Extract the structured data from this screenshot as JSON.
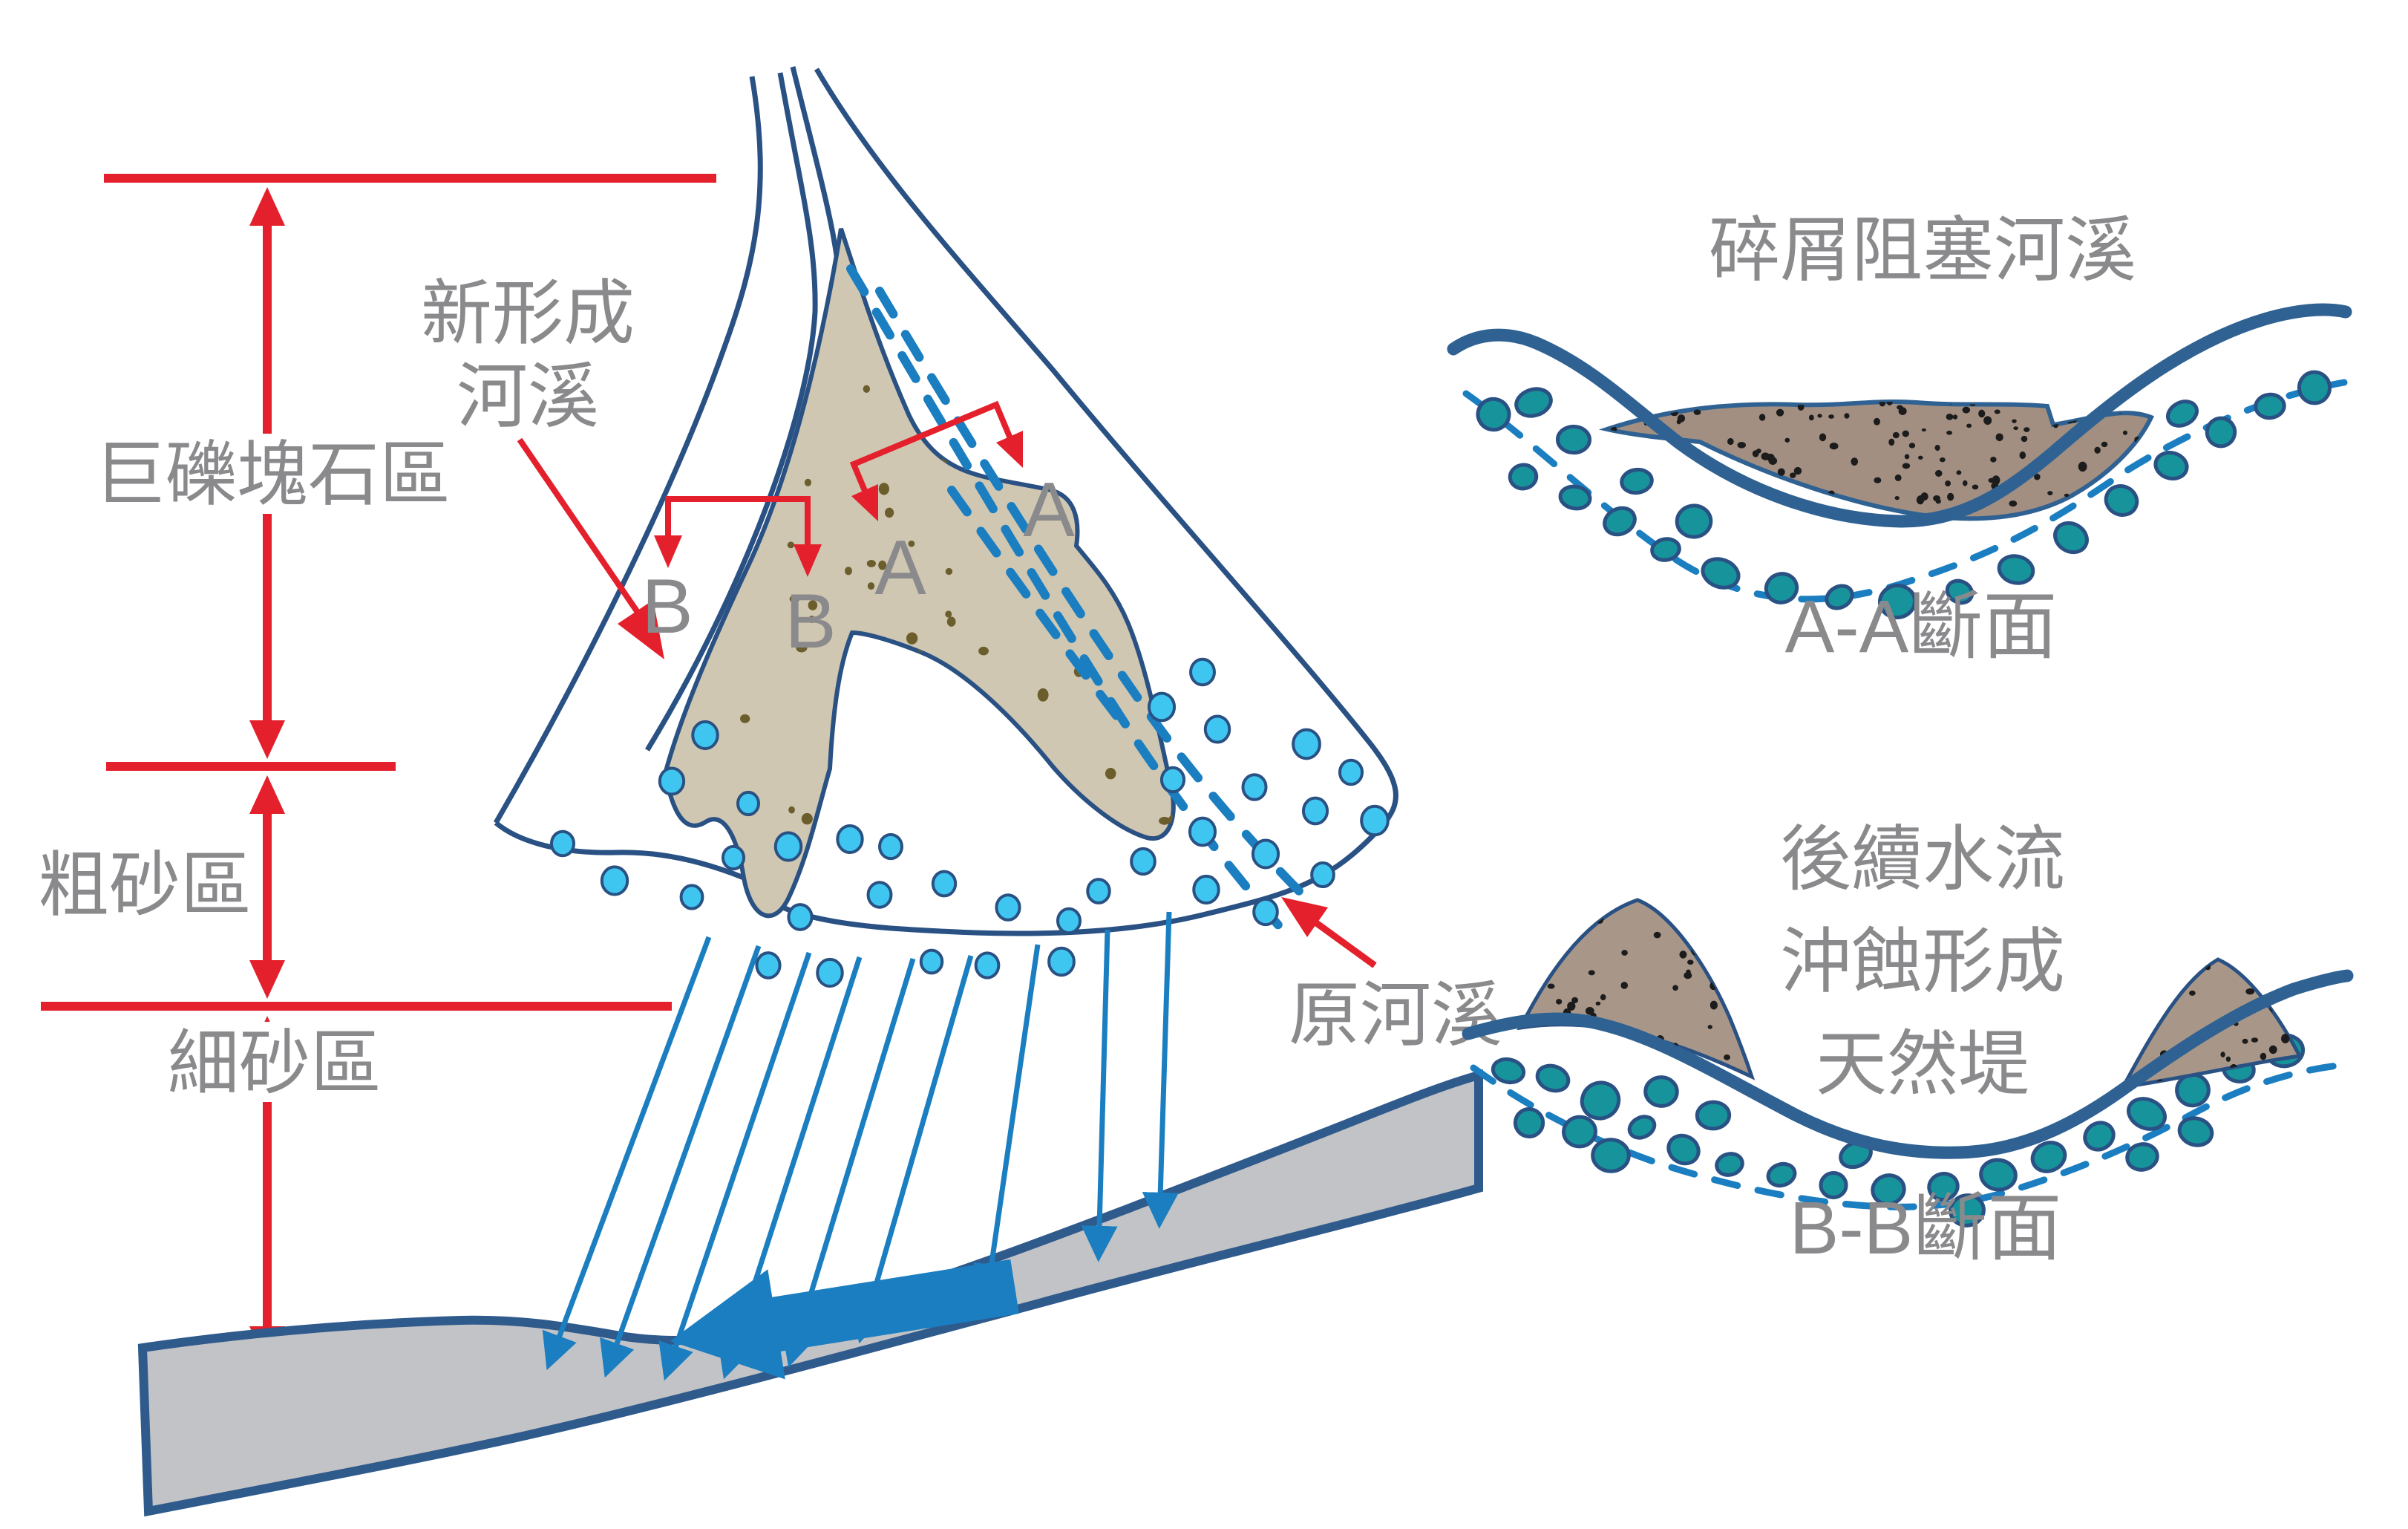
{
  "labels": {
    "boulder_zone": "巨礫塊石區",
    "coarse_sand_zone": "粗砂區",
    "fine_sand_zone": "細砂區",
    "new_stream_line1": "新形成",
    "new_stream_line2": "河溪",
    "original_stream": "原河溪",
    "marker_a_left": "A",
    "marker_a_right": "A",
    "marker_b_left": "B",
    "marker_b_right": "B",
    "section_a_title": "碎屑阻塞河溪",
    "section_a_caption": "A-A斷面",
    "section_b_title_line1": "後續水流",
    "section_b_title_line2": "沖蝕形成",
    "section_b_title_line3": "天然堤",
    "section_b_caption": "B-B斷面"
  },
  "colors": {
    "annotation_red": "#e4202c",
    "label_gray": "#8a8a8d",
    "outline_navy": "#2a5183",
    "section_navy": "#2f6292",
    "debris_tan": "#cfc7b2",
    "speckle_olive": "#6b5e2c",
    "flow_blue": "#1a7ec1",
    "sand_dot_cyan": "#3ec6f0",
    "pebble_teal": "#17939c",
    "river_gray": "#c2c3c6",
    "section_fill_brown": "#a28f82",
    "section_speckle": "#1c1c1c"
  }
}
